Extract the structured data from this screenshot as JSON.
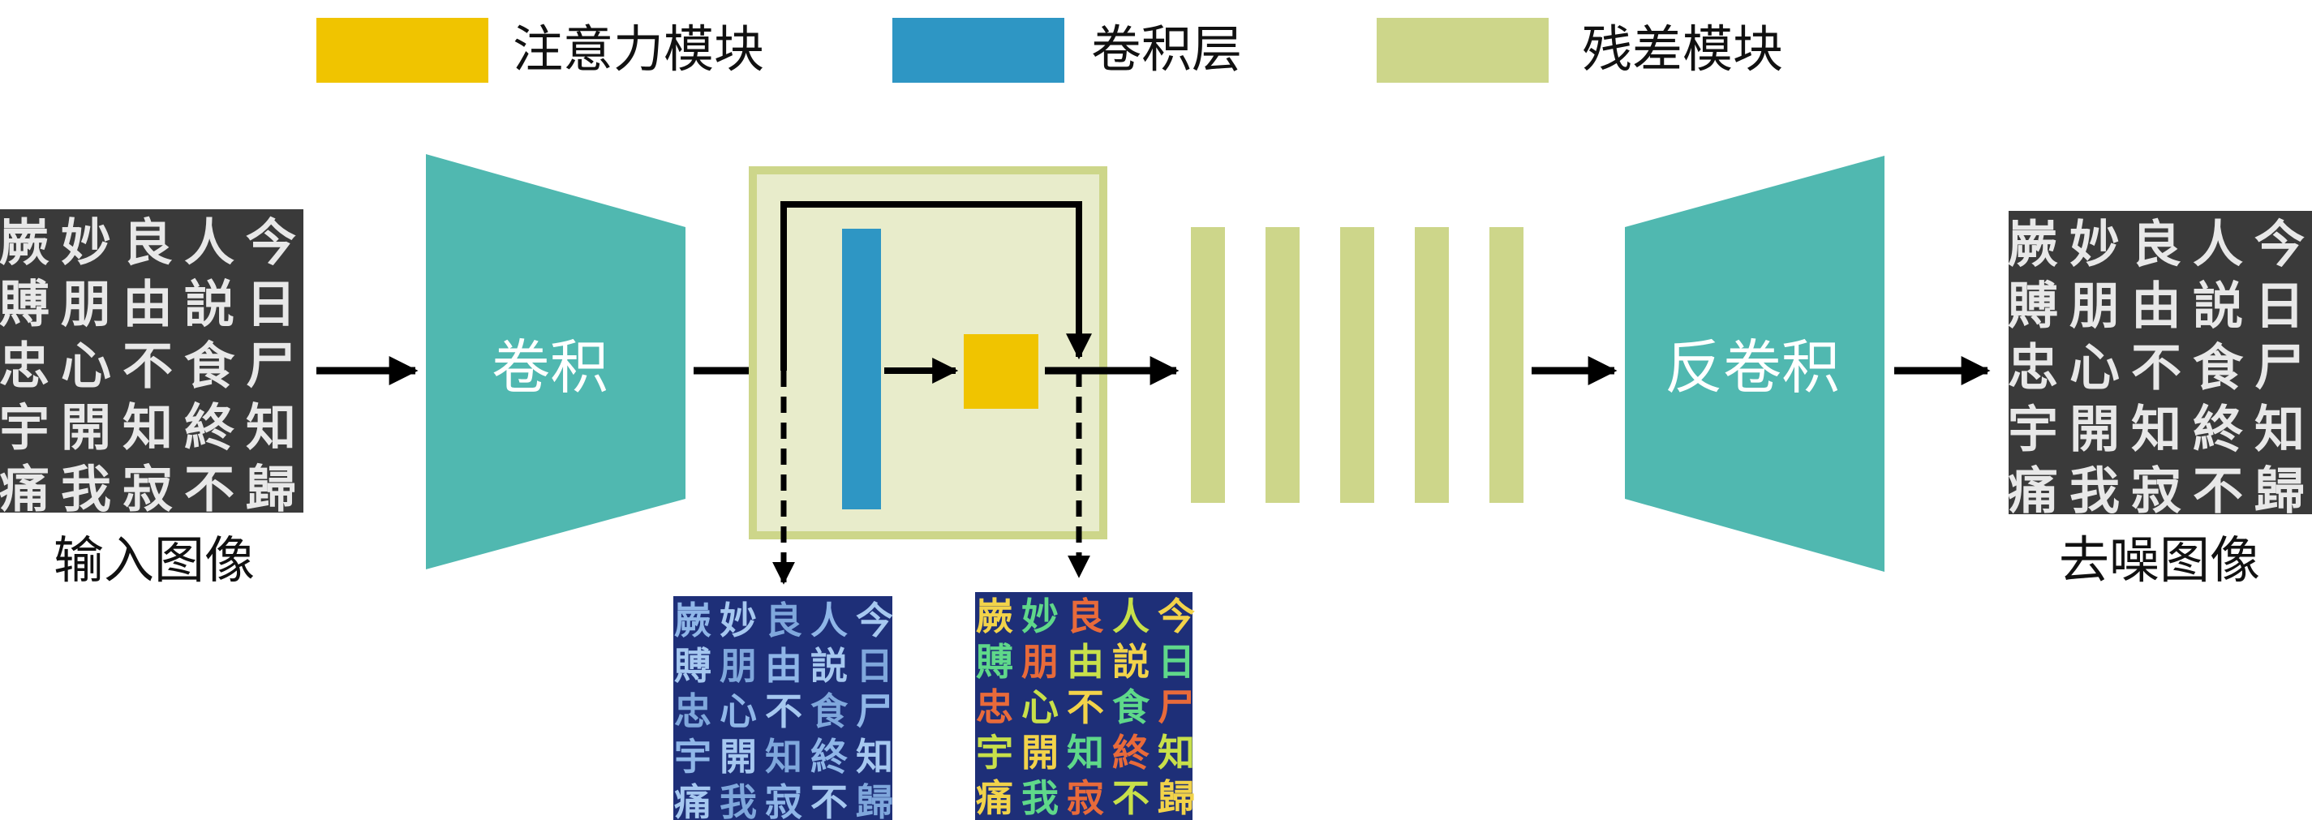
{
  "legend": {
    "items": [
      {
        "label": "注意力模块",
        "color": "#F0C400"
      },
      {
        "label": "卷积层",
        "color": "#2E96C4"
      },
      {
        "label": "残差模块",
        "color": "#CDD68A"
      }
    ]
  },
  "blocks": {
    "encoder_label": "卷积",
    "decoder_label": "反卷积"
  },
  "images": {
    "input_caption": "输入图像",
    "output_caption": "去噪图像",
    "glyph_rows": [
      [
        "嶡",
        "妙",
        "良",
        "人",
        "今"
      ],
      [
        "賻",
        "朋",
        "由",
        "説",
        "日"
      ],
      [
        "忠",
        "心",
        "不",
        "食",
        "尸"
      ],
      [
        "宇",
        "開",
        "知",
        "終",
        "知"
      ],
      [
        "痛",
        "我",
        "寂",
        "不",
        "歸"
      ]
    ]
  },
  "colors": {
    "block_teal": "#50B8B0",
    "attention": "#F0C400",
    "conv_layer": "#2E96C4",
    "residual": "#CDD68A",
    "residual_bg": "#E8ECCB",
    "arrow": "#000000",
    "stone_bg": "#3a3a3a",
    "feature_bg": "#1e2f78"
  }
}
